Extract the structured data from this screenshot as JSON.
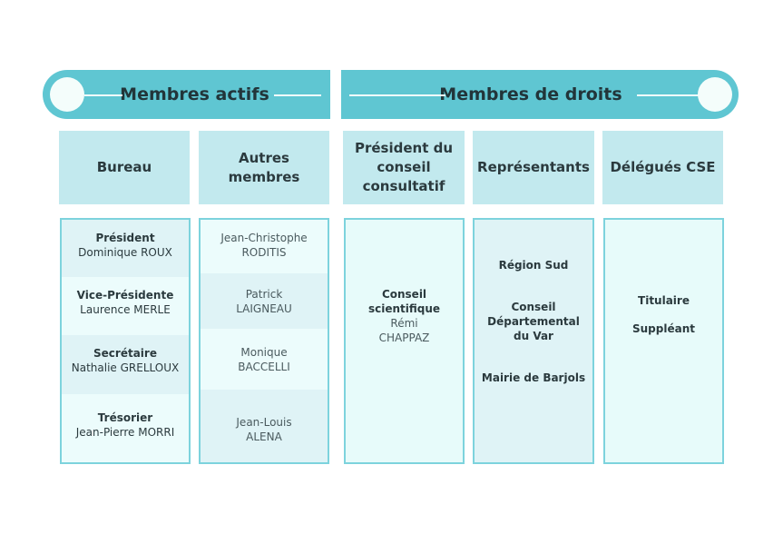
{
  "banners": {
    "left": "Membres actifs",
    "right": "Membres de droits"
  },
  "headers": [
    "Bureau",
    "Autres membres",
    "Président du conseil consultatif",
    "Représentants",
    "Délégués CSE"
  ],
  "bureau": [
    {
      "role": "Président",
      "name": "Dominique ROUX"
    },
    {
      "role": "Vice-Présidente",
      "name": "Laurence MERLE"
    },
    {
      "role": "Secrétaire",
      "name": "Nathalie GRELLOUX"
    },
    {
      "role": "Trésorier",
      "name": "Jean-Pierre MORRI"
    }
  ],
  "autres": [
    {
      "first": "Jean-Christophe",
      "last": "RODITIS"
    },
    {
      "first": "Patrick",
      "last": "LAIGNEAU"
    },
    {
      "first": "Monique",
      "last": "BACCELLI"
    },
    {
      "first": "Jean-Louis",
      "last": "ALENA"
    }
  ],
  "president": {
    "role": "Conseil scientifique",
    "name": "Rémi CHAPPAZ"
  },
  "representants": [
    "Région Sud",
    "Conseil Départemental du Var",
    "Mairie de Barjols"
  ],
  "delegues": [
    "Titulaire",
    "Suppléant"
  ],
  "colors": {
    "banner": "#5fc6d2",
    "header": "#c2e9ee",
    "border": "#7dd3dd"
  }
}
